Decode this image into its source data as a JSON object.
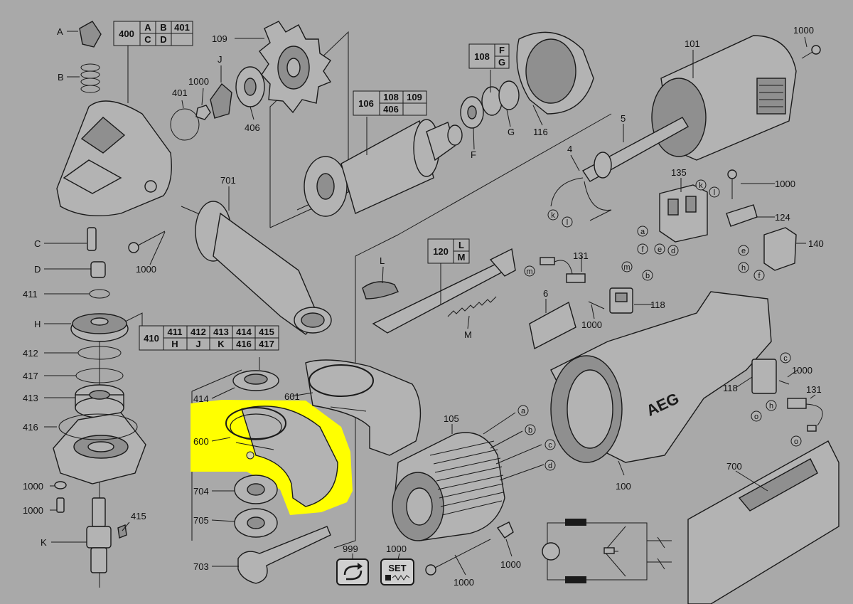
{
  "colors": {
    "background": "#a9a9a9",
    "highlight": "#ffff00",
    "line": "#1a1a1a"
  },
  "brand": "AEG",
  "labels": {
    "A": "A",
    "B": "B",
    "C": "C",
    "D": "D",
    "E": "E",
    "F": "F",
    "G": "G",
    "H": "H",
    "J": "J",
    "K": "K",
    "L": "L",
    "M": "M",
    "a": "a",
    "b": "b",
    "c": "c",
    "d": "d",
    "e": "e",
    "f": "f",
    "h": "h",
    "k": "k",
    "l": "l",
    "m": "m",
    "o": "o",
    "p4": "4",
    "p5": "5",
    "p6": "6",
    "p100": "100",
    "p101": "101",
    "p105": "105",
    "p106": "106",
    "p108": "108",
    "p109": "109",
    "p116": "116",
    "p118": "118",
    "p120": "120",
    "p124": "124",
    "p131": "131",
    "p135": "135",
    "p140": "140",
    "p401": "401",
    "p406": "406",
    "p410": "410",
    "p411": "411",
    "p412": "412",
    "p413": "413",
    "p414": "414",
    "p415": "415",
    "p416": "416",
    "p417": "417",
    "p600": "600",
    "p601": "601",
    "p700": "700",
    "p701": "701",
    "p703": "703",
    "p704": "704",
    "p705": "705",
    "p999": "999",
    "p1000": "1000"
  },
  "tables": {
    "t400": {
      "head": "400",
      "cells": [
        "A",
        "B",
        "401",
        "C",
        "D",
        ""
      ]
    },
    "t106": {
      "head": "106",
      "cells": [
        "108",
        "109",
        "406",
        ""
      ]
    },
    "t108": {
      "head": "108",
      "cells": [
        "F",
        "G"
      ]
    },
    "t120": {
      "head": "120",
      "cells": [
        "L",
        "M"
      ]
    },
    "t410": {
      "head": "410",
      "cells": [
        "411",
        "412",
        "413",
        "414",
        "415",
        "H",
        "J",
        "K",
        "416",
        "417"
      ]
    }
  },
  "icons": {
    "set_label": "SET",
    "refresh": "refresh-icon"
  }
}
